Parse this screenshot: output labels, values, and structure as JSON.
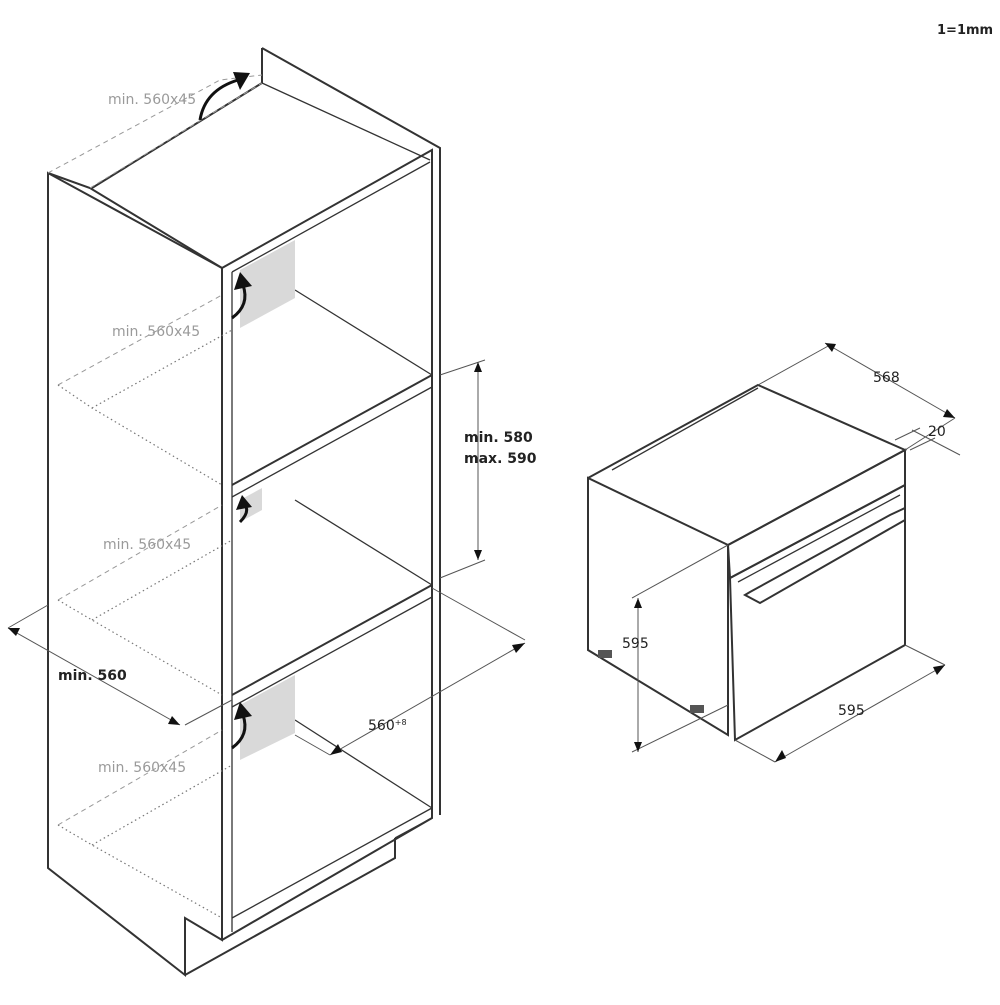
{
  "scale_note": "1=1mm",
  "cabinet": {
    "vent_top": "min. 560x45",
    "vent_1": "min. 560x45",
    "vent_2": "min. 560x45",
    "vent_3": "min. 560x45",
    "niche_height_min": "min. 580",
    "niche_height_max": "max. 590",
    "cabinet_width_min": "min. 560",
    "niche_width": "560",
    "niche_width_tolerance": "+8"
  },
  "oven": {
    "depth": "568",
    "door_thickness": "20",
    "height": "595",
    "width": "595"
  }
}
